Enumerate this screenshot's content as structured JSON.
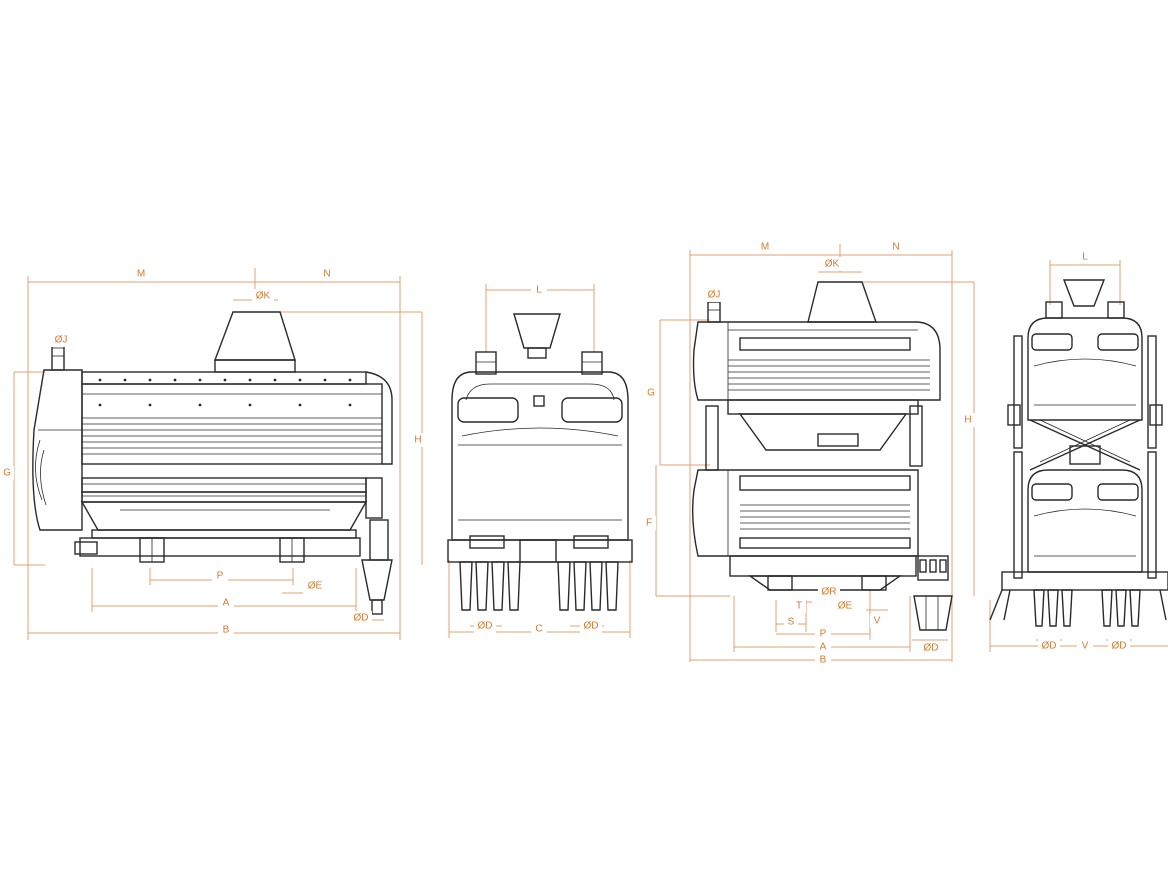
{
  "colors": {
    "dimension": "#e0a070",
    "label": "#d77a2e",
    "line": "#2a2a2a"
  },
  "views": {
    "view1": {
      "M": "M",
      "N": "N",
      "K": "ØK",
      "J": "ØJ",
      "H": "H",
      "G": "G",
      "P": "P",
      "E": "ØE",
      "A": "A",
      "B": "B",
      "D": "ØD"
    },
    "view2": {
      "L": "L",
      "D1": "ØD",
      "C": "C",
      "D2": "ØD"
    },
    "view3": {
      "M": "M",
      "N": "N",
      "K": "ØK",
      "J": "ØJ",
      "G": "G",
      "H": "H",
      "F": "F",
      "R": "ØR",
      "E": "ØE",
      "T": "T",
      "S": "S",
      "V": "V",
      "P": "P",
      "A": "A",
      "B": "B",
      "D": "ØD"
    },
    "view4": {
      "L": "L",
      "D1": "ØD",
      "V": "V",
      "D2": "ØD"
    }
  }
}
